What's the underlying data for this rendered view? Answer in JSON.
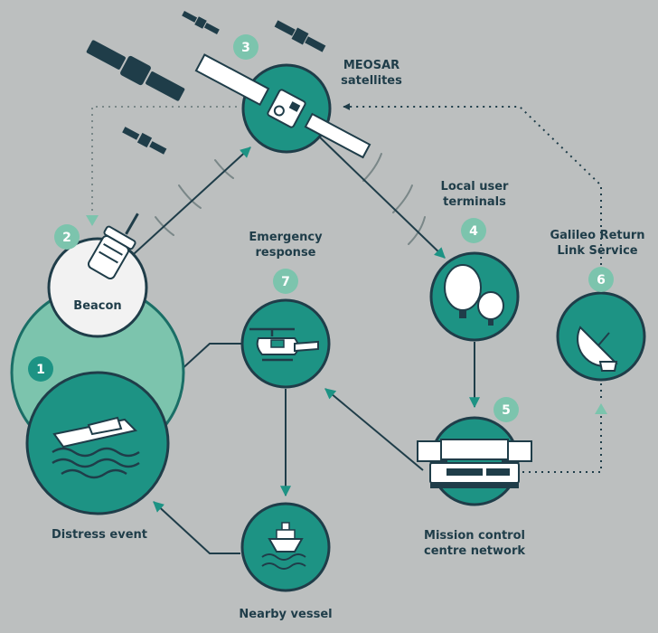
{
  "colors": {
    "background": "#bcbfbf",
    "teal": "#1d9384",
    "teal_dark": "#1a6e66",
    "mint": "#7cc4ad",
    "navy": "#1f3d49",
    "grey_wave": "#7a8788",
    "white": "#ffffff"
  },
  "nodes": {
    "distress_event": {
      "number": "1",
      "label": "Distress event",
      "icon": "sinking-ship-icon"
    },
    "beacon": {
      "number": "2",
      "label": "Beacon",
      "icon": "beacon-icon"
    },
    "meosar": {
      "number": "3",
      "label_line1": "MEOSAR",
      "label_line2": "satellites",
      "icon": "satellite-icon"
    },
    "local_user_terminals": {
      "number": "4",
      "label_line1": "Local user",
      "label_line2": "terminals",
      "icon": "antenna-dishes-icon"
    },
    "mission_control": {
      "number": "5",
      "label_line1": "Mission control",
      "label_line2": "centre network",
      "icon": "control-console-icon"
    },
    "galileo_return_link": {
      "number": "6",
      "label_line1": "Galileo Return",
      "label_line2": "Link Service",
      "icon": "satellite-dish-icon"
    },
    "emergency_response": {
      "number": "7",
      "label_line1": "Emergency",
      "label_line2": "response",
      "icon": "helicopter-icon"
    },
    "nearby_vessel": {
      "label": "Nearby vessel",
      "icon": "vessel-icon"
    }
  }
}
